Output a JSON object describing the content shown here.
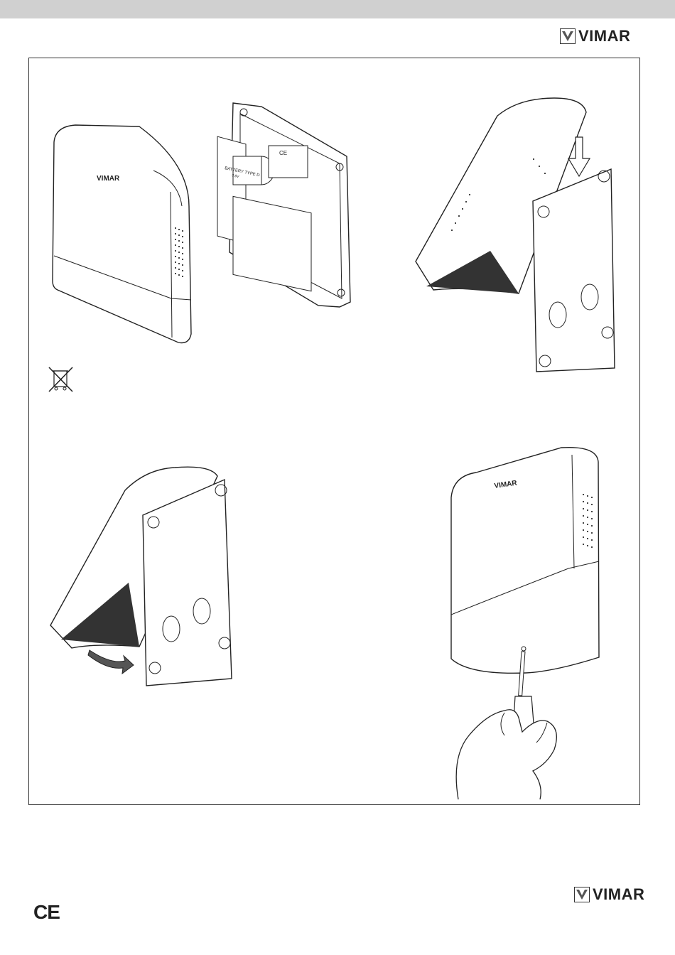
{
  "brand": {
    "name": "VIMAR",
    "icon": "vimar-logo-icon"
  },
  "device_label": "VIMAR",
  "battery_label": "BATTERY TYPE D",
  "battery_sub": "3,6V",
  "footer": {
    "ce_mark": "CE"
  },
  "illustrations": [
    {
      "name": "device-front-view"
    },
    {
      "name": "device-open-with-battery"
    },
    {
      "name": "cover-slide-on-step"
    },
    {
      "name": "disposal-symbol"
    },
    {
      "name": "cover-rotate-closing-step"
    },
    {
      "name": "screw-fastening-step"
    }
  ]
}
